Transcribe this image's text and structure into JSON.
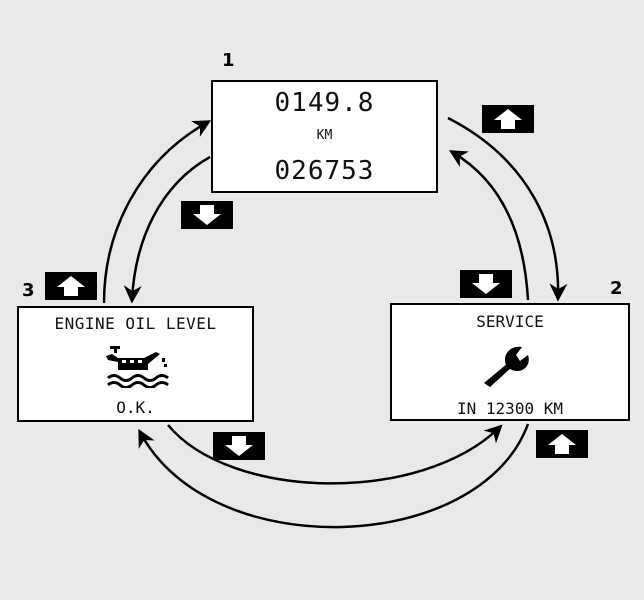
{
  "displays": {
    "trip": {
      "number": "1",
      "trip_value": "0149.8",
      "unit": "KM",
      "odometer": "026753"
    },
    "service": {
      "number": "2",
      "title": "SERVICE",
      "icon": "wrench-icon",
      "interval": "IN 12300 KM"
    },
    "oil": {
      "number": "3",
      "title": "ENGINE OIL LEVEL",
      "icon": "oil-can-icon",
      "status": "O.K."
    }
  },
  "buttons": {
    "up": "up-arrow-icon",
    "down": "down-arrow-icon"
  },
  "colors": {
    "background": "#e9e9e9",
    "display": "#ffffff",
    "ink": "#000000"
  }
}
